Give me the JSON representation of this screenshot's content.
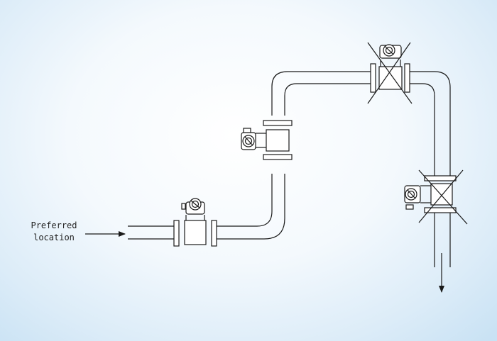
{
  "label": {
    "line1": "Preferred",
    "line2": "location"
  },
  "colors": {
    "stroke": "#1a1a1a",
    "fill": "#ffffff",
    "background": "#eaf4fb"
  },
  "meters": [
    {
      "name": "flowmeter-horizontal-preferred",
      "status": "preferred"
    },
    {
      "name": "flowmeter-vertical-rising",
      "status": "acceptable"
    },
    {
      "name": "flowmeter-top-horizontal",
      "status": "not-recommended"
    },
    {
      "name": "flowmeter-vertical-falling",
      "status": "not-recommended"
    }
  ]
}
